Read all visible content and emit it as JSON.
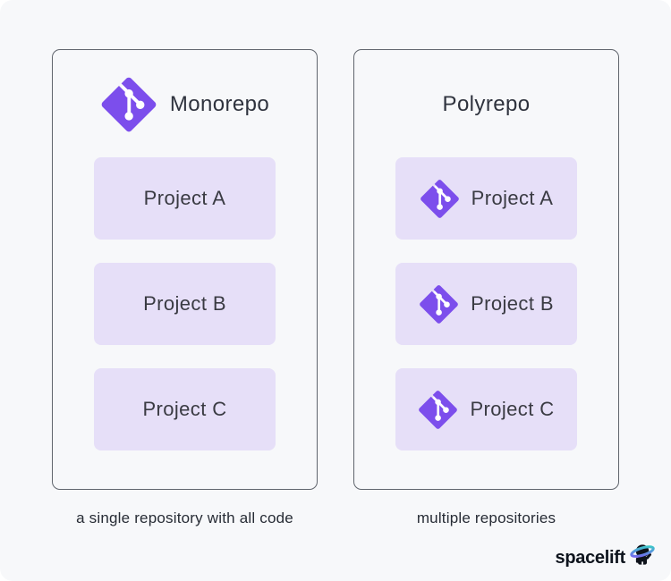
{
  "colors": {
    "background": "#F7F8FA",
    "card_border": "#60656D",
    "git_purple": "#7C4EEC",
    "project_box_lavender": "#E6DFF8",
    "text_dark": "#2F333E",
    "mascot_black": "#0E131B",
    "ring_gradient_start": "#7B5BF5",
    "ring_gradient_end": "#34D3C3"
  },
  "icons": {
    "git": "git-icon",
    "mascot": "spacelift-mascot-icon"
  },
  "columns": [
    {
      "title": "Monorepo",
      "caption": "a single repository with all code",
      "projects": [
        {
          "label": "Project A"
        },
        {
          "label": "Project B"
        },
        {
          "label": "Project C"
        }
      ]
    },
    {
      "title": "Polyrepo",
      "caption": "multiple repositories",
      "projects": [
        {
          "label": "Project A"
        },
        {
          "label": "Project B"
        },
        {
          "label": "Project C"
        }
      ]
    }
  ],
  "footer": {
    "brand": "spacelift"
  }
}
